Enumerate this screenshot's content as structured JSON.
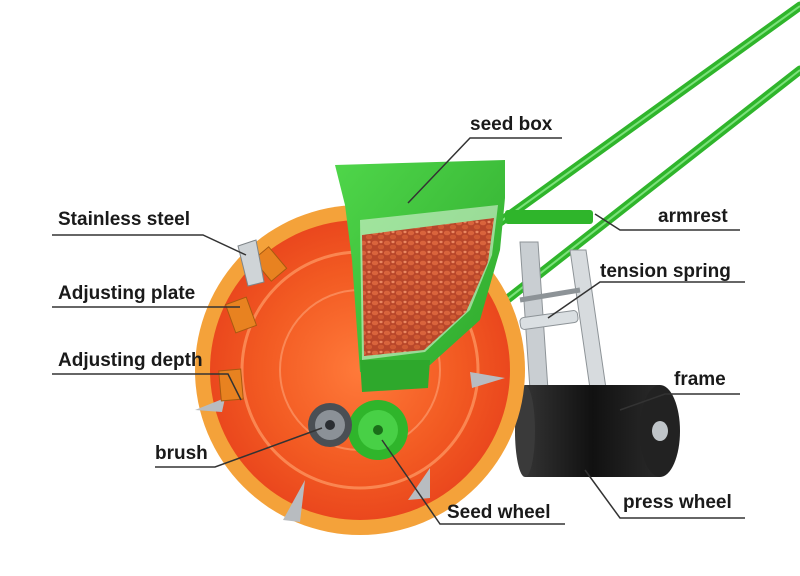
{
  "labels": {
    "seed_box": "seed box",
    "stainless_steel": "Stainless steel",
    "armrest": "armrest",
    "tension_spring": "tension spring",
    "adjusting_plate": "Adjusting plate",
    "adjusting_depth": "Adjusting depth",
    "frame": "frame",
    "brush": "brush",
    "press_wheel": "press wheel",
    "seed_wheel": "Seed wheel"
  },
  "colors": {
    "handle_green": "#2fb52b",
    "hopper_green": "#3cc83a",
    "wheel_orange": "#f26a1c",
    "wheel_shell": "#f4a23a",
    "seeds": "#c8512e",
    "press_wheel": "#1b1b1b",
    "frame_metal": "#c9ced2",
    "leader_line": "#333333"
  }
}
